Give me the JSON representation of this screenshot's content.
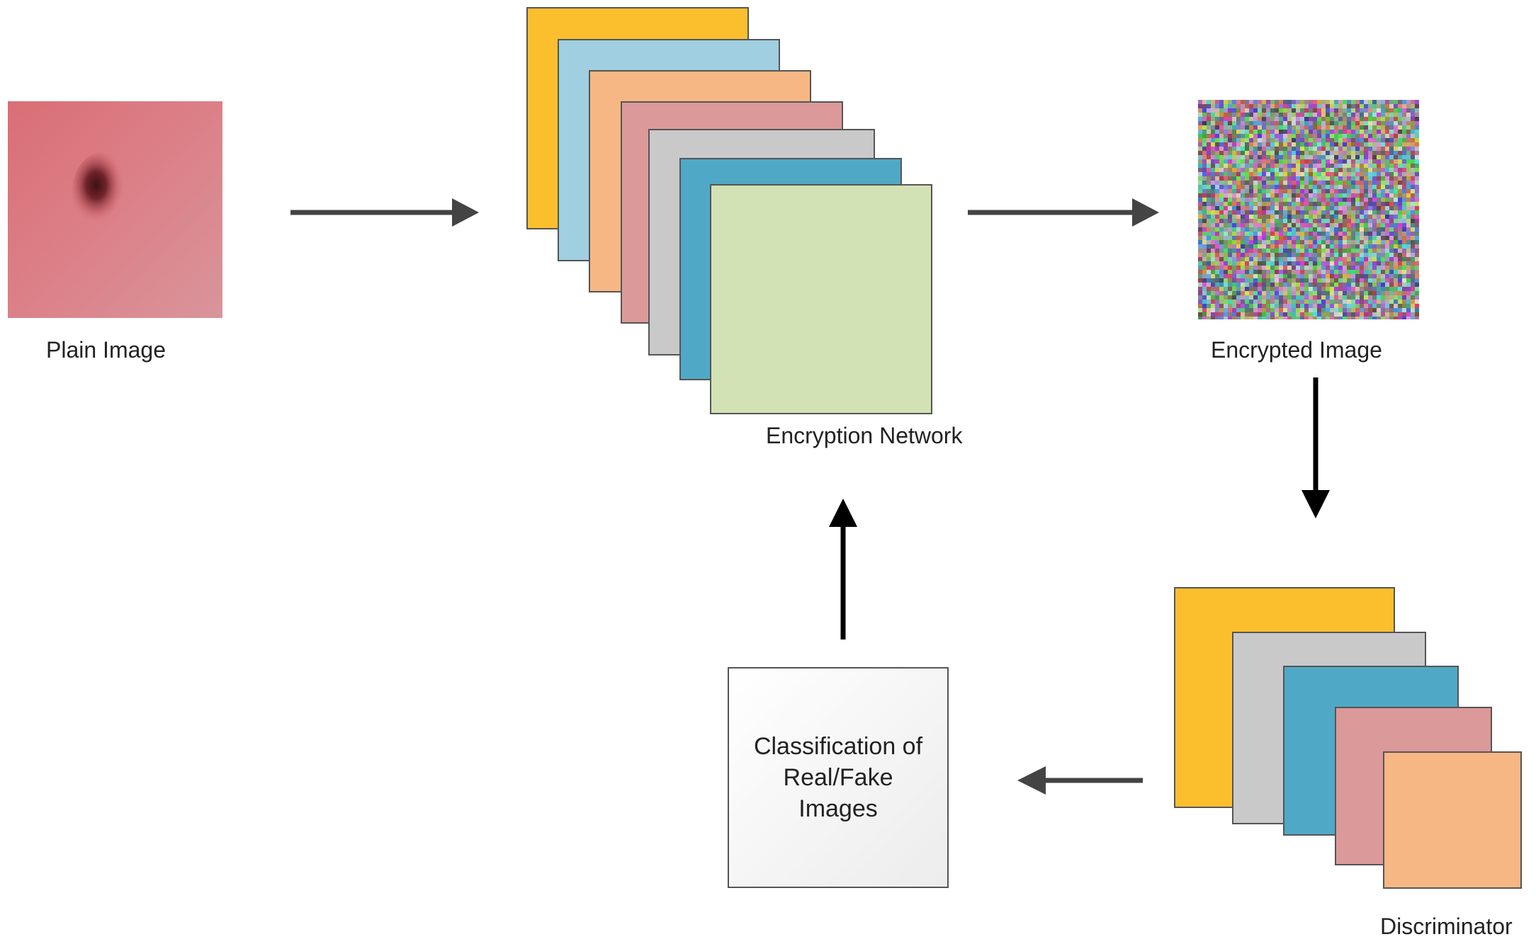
{
  "labels": {
    "plain_image": "Plain Image",
    "encryption_network": "Encryption Network",
    "encrypted_image": "Encrypted Image",
    "discriminator": "Discriminator",
    "classification": "Classification of Real/Fake Images"
  },
  "colors": {
    "yellow": "#fbbf2e",
    "light_blue": "#9fcfe0",
    "peach": "#f7b784",
    "rose": "#dc9999",
    "gray": "#c9c9c9",
    "teal": "#4fa9c6",
    "light_green": "#d3e2b4",
    "arrow_gray": "#444444",
    "arrow_black": "#000000",
    "box_border": "#555555",
    "skin": "#d9787e",
    "lesion": "#5a1c22"
  },
  "icons": {
    "plain_image": "skin-lesion-photo",
    "encrypted_image": "noise-pattern"
  }
}
